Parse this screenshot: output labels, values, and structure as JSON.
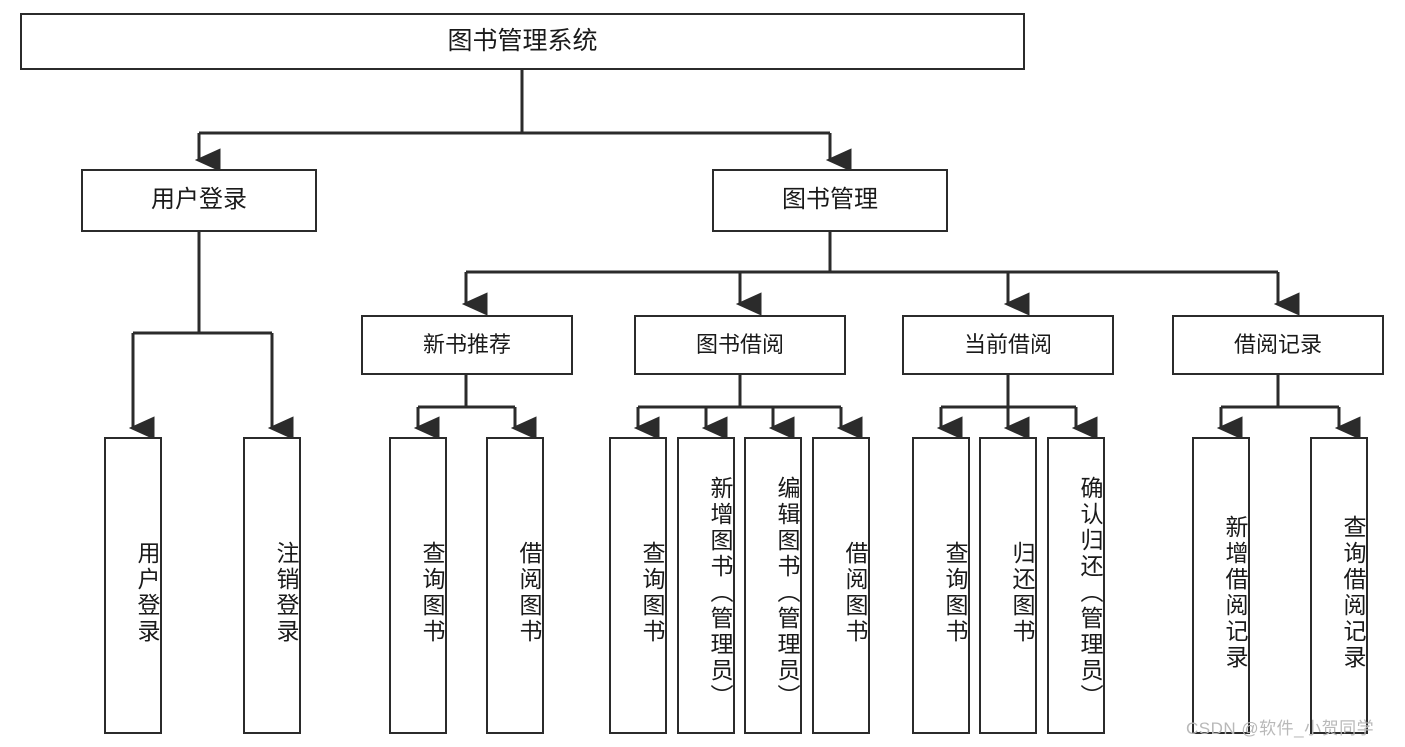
{
  "diagram": {
    "type": "tree-hierarchy",
    "title": "图书管理系统",
    "watermark": "CSDN @软件_小贺同学",
    "colors": {
      "stroke": "#2b2b2b",
      "fill": "#ffffff",
      "text": "#1a1a1a",
      "watermark": "#b9b9b9"
    },
    "root": {
      "label": "图书管理系统"
    },
    "level1": [
      {
        "label": "用户登录"
      },
      {
        "label": "图书管理"
      }
    ],
    "level2": [
      {
        "label": "新书推荐"
      },
      {
        "label": "图书借阅"
      },
      {
        "label": "当前借阅"
      },
      {
        "label": "借阅记录"
      }
    ],
    "leaves": {
      "user_login": [
        {
          "label": "用户登录"
        },
        {
          "label": "注销登录"
        }
      ],
      "new_book": [
        {
          "label": "查询图书"
        },
        {
          "label": "借阅图书"
        }
      ],
      "book_borrow": [
        {
          "label": "查询图书"
        },
        {
          "label": "新增图书（管理员）"
        },
        {
          "label": "编辑图书（管理员）"
        },
        {
          "label": "借阅图书"
        }
      ],
      "current_borrow": [
        {
          "label": "查询图书"
        },
        {
          "label": "归还图书"
        },
        {
          "label": "确认归还（管理员）"
        }
      ],
      "borrow_record": [
        {
          "label": "新增借阅记录"
        },
        {
          "label": "查询借阅记录"
        }
      ]
    }
  }
}
